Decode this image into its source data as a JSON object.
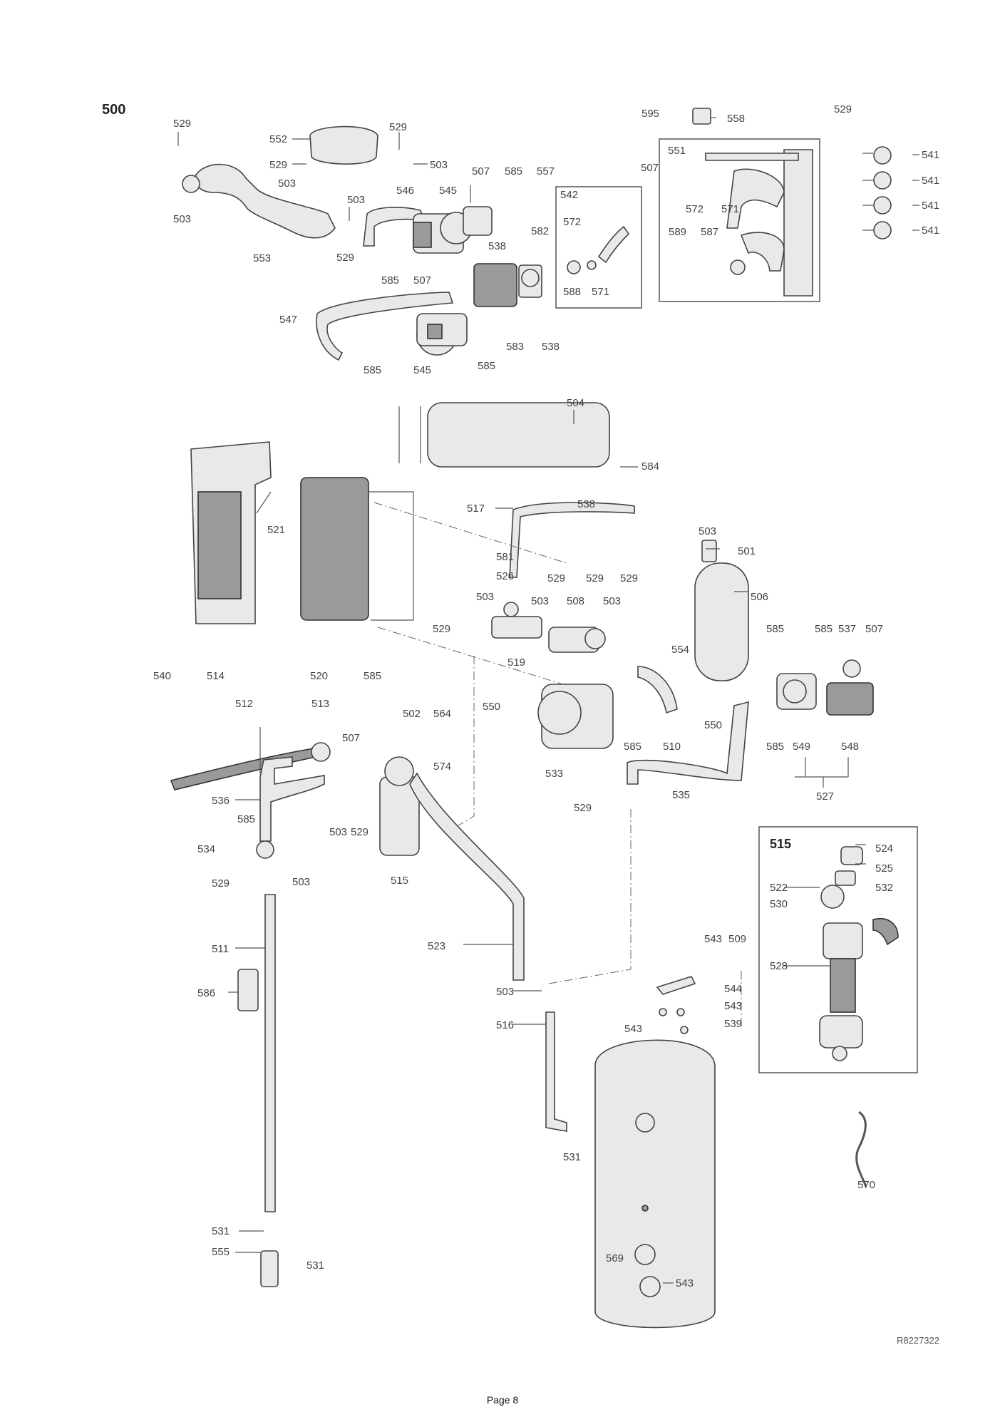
{
  "section_label": "500",
  "inset_label": "515",
  "reference_code": "R8227322",
  "page_label": "Page 8",
  "callouts": {
    "c529a": "529",
    "c552": "552",
    "c529b": "529",
    "c529c": "529",
    "c503a": "503",
    "c503b": "503",
    "c503c": "503",
    "c553": "553",
    "c503d": "503",
    "c529d": "529",
    "c546": "546",
    "c545a": "545",
    "c507a": "507",
    "c585a": "585",
    "c557": "557",
    "c585b": "585",
    "c507b": "507",
    "c547": "547",
    "c585c": "585",
    "c545b": "545",
    "c585d": "585",
    "c542": "542",
    "c572a": "572",
    "c582": "582",
    "c538a": "538",
    "c588": "588",
    "c571a": "571",
    "c583": "583",
    "c538b": "538",
    "c595": "595",
    "c558": "558",
    "c507c": "507",
    "c551": "551",
    "c589": "589",
    "c572b": "572",
    "c587": "587",
    "c571b": "571",
    "c529e": "529",
    "c541a": "541",
    "c541b": "541",
    "c541c": "541",
    "c541d": "541",
    "c504": "504",
    "c584": "584",
    "c538c": "538",
    "c517": "517",
    "c521": "521",
    "c514": "514",
    "c520": "520",
    "c585e": "585",
    "c540": "540",
    "c503e": "503",
    "c501": "501",
    "c529f": "529",
    "c506": "506",
    "c581": "581",
    "c526": "526",
    "c529g": "529",
    "c529h": "529",
    "c503f": "503",
    "c503g": "503",
    "c508": "508",
    "c503h": "503",
    "c529i": "529",
    "c519": "519",
    "c554": "554",
    "c550a": "550",
    "c585f": "585",
    "c585g": "585",
    "c537": "537",
    "c507d": "507",
    "c550b": "550",
    "c510": "510",
    "c585h": "585",
    "c533": "533",
    "c585i": "585",
    "c549": "549",
    "c548": "548",
    "c535": "535",
    "c527": "527",
    "c529j": "529",
    "c512": "512",
    "c513": "513",
    "c507e": "507",
    "c502": "502",
    "c564": "564",
    "c574": "574",
    "c536": "536",
    "c585j": "585",
    "c534": "534",
    "c503i": "503",
    "c529k": "529",
    "c515": "515",
    "c529l": "529",
    "c503j": "503",
    "c511": "511",
    "c586": "586",
    "c523": "523",
    "c503k": "503",
    "c516": "516",
    "c531a": "531",
    "c543a": "543",
    "c509": "509",
    "c544": "544",
    "c543b": "543",
    "c543c": "543",
    "c539": "539",
    "c524": "524",
    "c525": "525",
    "c522": "522",
    "c530": "530",
    "c532": "532",
    "c528": "528",
    "c570": "570",
    "c531b": "531",
    "c555": "555",
    "c531c": "531",
    "c569": "569",
    "c543d": "543"
  }
}
